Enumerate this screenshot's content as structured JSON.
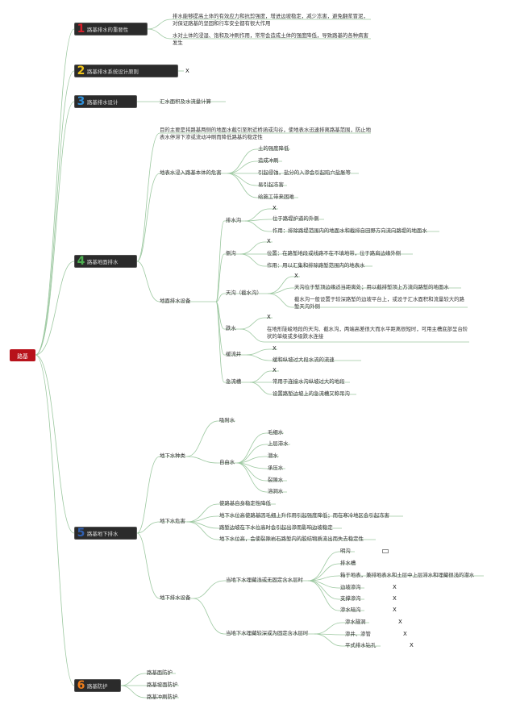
{
  "root": "路基",
  "colors": {
    "root": "#b8121b",
    "n1": "#d81e2a",
    "n2": "#f0c419",
    "n3": "#2f8fd8",
    "n4": "#4caf50",
    "n5": "#2f5fb0",
    "n6": "#ef7d1a",
    "line": "#9cc8a0"
  },
  "s1": {
    "num": "1",
    "label": "路基排水的重要性",
    "items": [
      "排水能够提高土体的有效应力和抗剪强度，增进边坡稳定，减少冻害，避免翻浆冒泥，对保证路基的坚固和行车安全都有很大作用",
      "水对土体的浸湿、饱和及冲刷作用，常常会造成土体的强度降低，导致路基的各种病害发生"
    ]
  },
  "s2": {
    "num": "2",
    "label": "路基排水系统设计原则",
    "mark": "X"
  },
  "s3": {
    "num": "3",
    "label": "路基排水设计",
    "item": "汇水面积及水流量计算"
  },
  "s4": {
    "num": "4",
    "label": "路基地面排水",
    "purpose": "目的主要是将路基两侧的地面水截引至附近桥涵或沟谷，使地表水迅速排离路基范围，防止地表水停滞下渗或流动冲刷而降低路基的稳定性",
    "hazard_label": "地表水浸入路基本体的危害",
    "hazards": [
      "土的强度降低",
      "造成冲刷",
      "引起侵蚀，盐分的入渗会引起陷穴盐胀等",
      "易引起冻害",
      "给施工带来困难"
    ],
    "equip_label": "地面排水设备",
    "equip": [
      {
        "name": "排水沟",
        "mark": "X",
        "items": [
          "位于路堤护道的外侧",
          "作用：排除路堤范围内的地面水和截排自田野方向流向路堤的地面水"
        ]
      },
      {
        "name": "侧沟",
        "mark": "X",
        "items": [
          "位置：在路堑地段或线路不在不填地带，位于路肩边缘外侧",
          "作用：用以汇集和排除路堑范围内的地表水"
        ]
      },
      {
        "name": "天沟（截水沟）",
        "mark": "X",
        "items": [
          "天沟位于堑顶边缘适当距离处；用以截排堑顶上方流向路堑的地面水",
          "截水沟一般设置于较深路堑的边坡平台上，或设于汇水面积和流量较大的路堑天沟外侧"
        ]
      },
      {
        "name": "跌水",
        "mark": "X",
        "items": [
          "在地形陡峻地段的天沟、截水沟，两端高差很大而水平距离很短时，可用主槽底部呈台阶状的单级或多级跌水连接"
        ]
      },
      {
        "name": "缓流井",
        "mark": "X",
        "items": [
          "缓和纵坡过大段水流的流速"
        ]
      },
      {
        "name": "急流槽",
        "mark": "X",
        "items": [
          "常用于连接水沟纵坡过大的地段",
          "设置路堑边坡上的急流槽又称吊沟"
        ]
      }
    ]
  },
  "s5": {
    "num": "5",
    "label": "路基地下排水",
    "type_label": "地下水种类",
    "type_a": "吸附水",
    "type_b": "自由水",
    "free": [
      "毛细水",
      "上层滞水",
      "潜水",
      "承压水",
      "裂隙水",
      "溶洞水"
    ],
    "hazard_label": "地下水危害",
    "hazards": [
      "使路基自身稳定性降低",
      "地下水位高使路基因毛细上升作用引起强度降低；而在寒冷地区会引起冻害",
      "路堑边坡在下水位高时会引起出渗而影响边坡稳定",
      "地下水位高，会使裂隙岩石路堑内的胶结物质流出而失去稳定性"
    ],
    "equip_label": "地下排水设备",
    "shallow_label": "当地下水埋藏浅或无固定含水层时",
    "shallow": [
      "明沟",
      "排水槽",
      "箱于地表，兼排地表水和土层中上层滞水和埋藏很浅的潜水",
      "边坡渗沟",
      "支撑渗沟",
      "渗水暗沟"
    ],
    "deep_label": "当地下水埋藏较深或为固定含水层时",
    "deep": [
      "渗水隧洞",
      "渗井、渗管",
      "平式排水钻孔"
    ],
    "mark": "X"
  },
  "s6": {
    "num": "6",
    "label": "路基防护",
    "items": [
      "路基面防护",
      "路基坡面防护",
      "路基冲刷防护"
    ]
  }
}
